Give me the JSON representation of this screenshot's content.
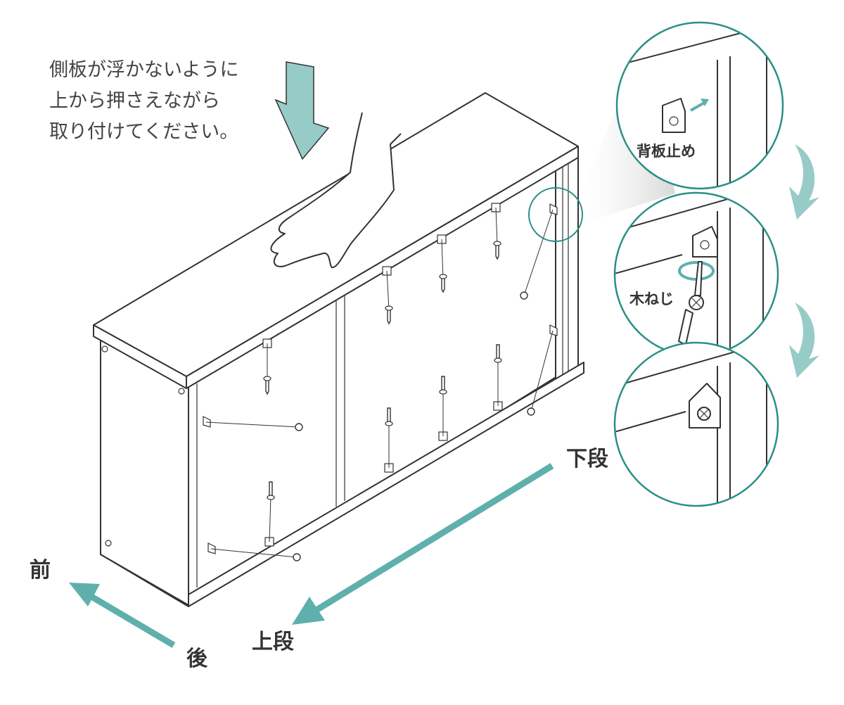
{
  "instruction": {
    "lines": [
      "側板が浮かないように",
      "上から押さえながら",
      "取り付けてください。"
    ]
  },
  "detail_labels": {
    "back_panel_stopper": "背板止め",
    "wood_screw": "木ねじ"
  },
  "direction_labels": {
    "lower_shelf": "下段",
    "upper_shelf": "上段",
    "front": "前",
    "back": "後"
  },
  "colors": {
    "accent_teal": "#5fb0ac",
    "circle_teal": "#2b8f86",
    "line": "#333333"
  }
}
